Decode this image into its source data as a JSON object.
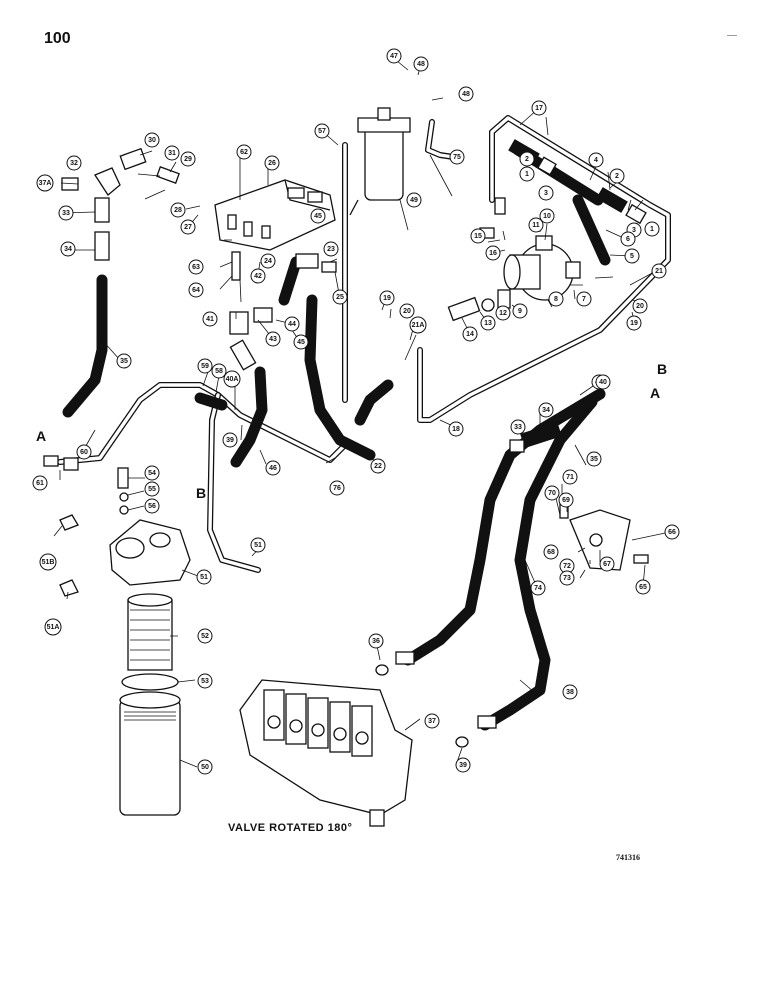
{
  "page_number": "100",
  "caption": "VALVE ROTATED 180°",
  "figure_number": "741316",
  "connection_letters": [
    "A",
    "B",
    "B",
    "A",
    "B",
    "A"
  ],
  "callouts": {
    "c1": "1",
    "c1b": "1",
    "c2": "2",
    "c2b": "2",
    "c3": "3",
    "c3b": "3",
    "c4": "4",
    "c5": "5",
    "c6": "6",
    "c7": "7",
    "c8": "8",
    "c9": "9",
    "c10": "10",
    "c11": "11",
    "c12": "12",
    "c13": "13",
    "c14": "14",
    "c15": "15",
    "c16": "16",
    "c17": "17",
    "c18": "18",
    "c19": "19",
    "c19b": "19",
    "c20": "20",
    "c20b": "20",
    "c21": "21",
    "c21a": "21A",
    "c22": "22",
    "c23": "23",
    "c24": "24",
    "c25": "25",
    "c26": "26",
    "c27": "27",
    "c28": "28",
    "c29": "29",
    "c30": "30",
    "c31": "31",
    "c32": "32",
    "c33": "33",
    "c33b": "33",
    "c34": "34",
    "c34b": "34",
    "c35": "35",
    "c35b": "35",
    "c36": "36",
    "c37": "37",
    "c37a": "37A",
    "c38": "38",
    "c39": "39",
    "c39b": "39",
    "c40": "40",
    "c40b": "40",
    "c40a": "40A",
    "c41": "41",
    "c42": "42",
    "c43": "43",
    "c44": "44",
    "c45": "45",
    "c45b": "45",
    "c46": "46",
    "c47": "47",
    "c48": "48",
    "c48b": "48",
    "c49": "49",
    "c50": "50",
    "c51": "51",
    "c51b": "51",
    "c51a": "51A",
    "c51c": "51B",
    "c52": "52",
    "c53": "53",
    "c54": "54",
    "c55": "55",
    "c56": "56",
    "c57": "57",
    "c58": "58",
    "c59": "59",
    "c60": "60",
    "c61": "61",
    "c62": "62",
    "c63": "63",
    "c64": "64",
    "c65": "65",
    "c66": "66",
    "c67": "67",
    "c68": "68",
    "c69": "69",
    "c70": "70",
    "c71": "71",
    "c72": "72",
    "c73": "73",
    "c74": "74",
    "c75": "75",
    "c76": "76"
  }
}
